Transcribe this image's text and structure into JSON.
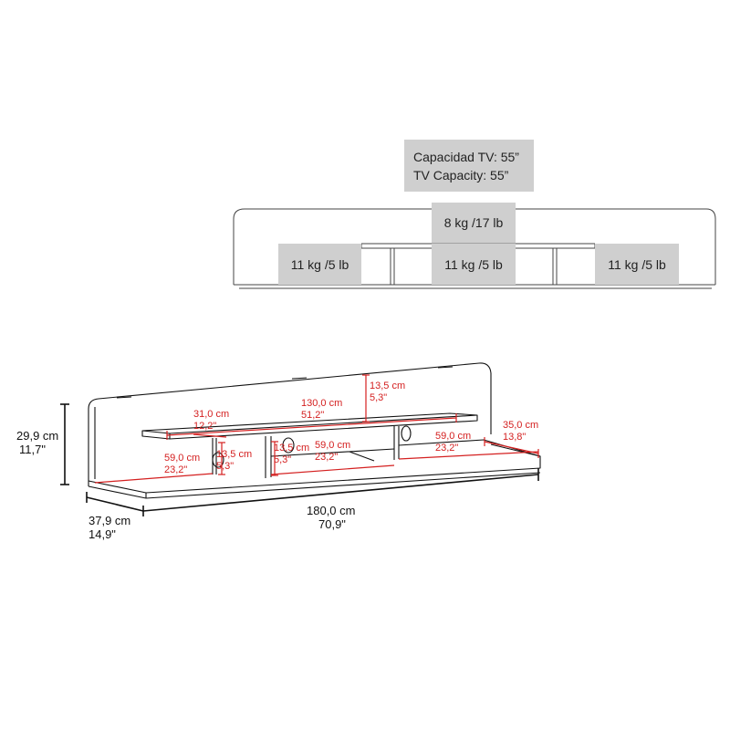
{
  "capacity": {
    "tv_es": "Capacidad TV: 55”",
    "tv_en": "TV Capacity: 55”",
    "top_shelf": "8 kg /17 lb",
    "left_compartment": "11 kg /5 lb",
    "center_compartment": "11 kg /5 lb",
    "right_compartment": "11 kg /5 lb"
  },
  "dimensions": {
    "height_cm": "29,9 cm",
    "height_in": "11,7\"",
    "depth_cm": "37,9 cm",
    "depth_in": "14,9\"",
    "width_cm": "180,0 cm",
    "width_in": "70,9\""
  },
  "inner_dimensions": {
    "back_panel_height_cm": "13,5 cm",
    "back_panel_height_in": "5,3\"",
    "top_shelf_width_cm": "130,0 cm",
    "top_shelf_width_in": "51,2\"",
    "top_shelf_depth_cm": "31,0 cm",
    "top_shelf_depth_in": "12,2\"",
    "right_shelf_depth_cm": "35,0 cm",
    "right_shelf_depth_in": "13,8\"",
    "left_compartment_width_cm": "59,0 cm",
    "left_compartment_width_in": "23,2\"",
    "left_compartment_height_cm": "13,5 cm",
    "left_compartment_height_in": "5,3\"",
    "center_compartment_height_cm": "13,5 cm",
    "center_compartment_height_in": "5,3\"",
    "center_compartment_width_cm": "59,0 cm",
    "center_compartment_width_in": "23,2\"",
    "right_compartment_width_cm": "59,0 cm",
    "right_compartment_width_in": "23,2\""
  },
  "colors": {
    "dimension_red": "#d42020",
    "label_box_gray": "#cfcfcf",
    "outline_black": "#111111"
  }
}
